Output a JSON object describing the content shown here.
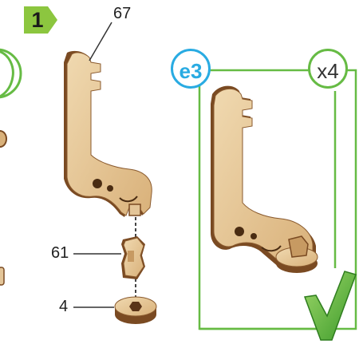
{
  "step": {
    "number": "1"
  },
  "parts": {
    "top_label": "67",
    "middle_label": "61",
    "bottom_label": "4"
  },
  "result": {
    "reference": "e3",
    "quantity": "x4"
  },
  "colors": {
    "step_green": "#8cc63f",
    "frame_green": "#66bb44",
    "reference_blue": "#29abe2",
    "wood": "#e3c598",
    "wood_edge": "#7a4a22"
  }
}
